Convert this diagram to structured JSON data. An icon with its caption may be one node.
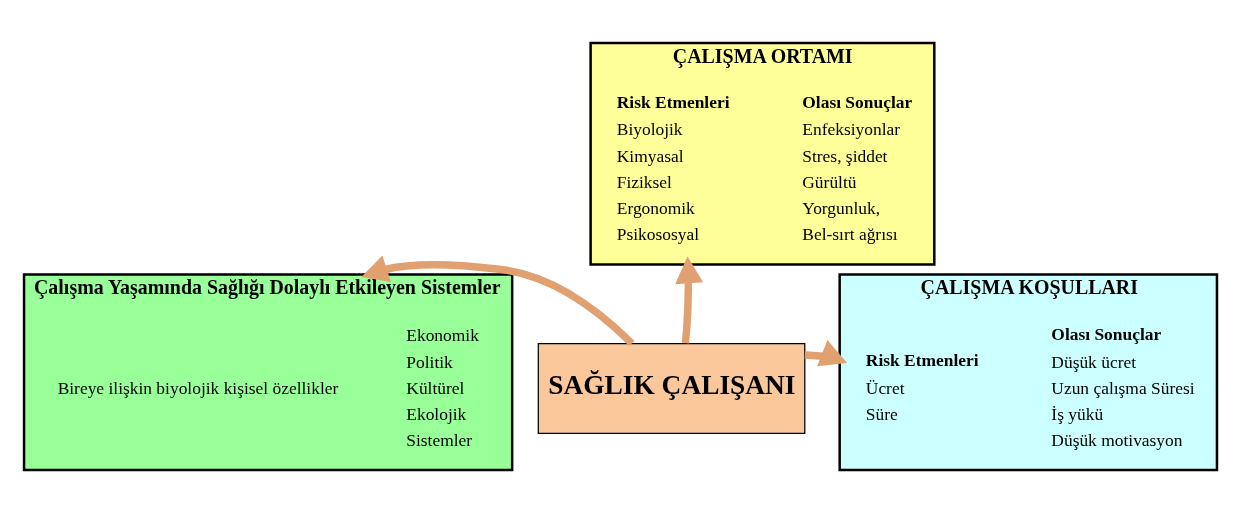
{
  "diagram": {
    "nodes": [
      {
        "text": [
          "ÇALIŞMA ORTAMI"
        ]
      },
      {
        "text": [
          "Risk Etmenleri",
          "Biyolojik",
          "Kimyasal",
          "Fiziksel",
          "Ergonomik",
          "Psikososyal"
        ],
        "in": 0
      },
      {
        "text": [
          "Olası Sonuçlar",
          "Enfeksiyonlar",
          "Stres, şiddet",
          "Gürültü",
          "Yorgunluk,",
          "Bel-sırt ağrısı"
        ],
        "in": 0
      },
      {
        "text": [
          "Çalışma Yaşamında Sağlığı Dolaylı Etkileyen Sistemler"
        ]
      },
      {
        "text": [
          "Bireye ilişkin biyolojik kişisel özellikler"
        ],
        "in": 3
      },
      {
        "text": [
          "Ekonomik",
          "Politik",
          "Kültürel",
          "Ekolojik",
          "Sistemler"
        ],
        "in": 3
      },
      {
        "text": [
          "SAĞLIK ÇALIŞANI"
        ]
      },
      {
        "text": [
          "ÇALIŞMA KOŞULLARI"
        ]
      },
      {
        "text": [
          "Risk Etmenleri",
          "Ücret",
          "Süre"
        ],
        "in": 7
      },
      {
        "text": [
          "Olası Sonuçlar",
          "Düşük ücret",
          "Uzun çalışma Süresi",
          "İş yükü",
          "Düşük motivasyon"
        ],
        "in": 7
      }
    ],
    "edges": [
      {
        "from": 6,
        "to": 0,
        "arrow": "to"
      },
      {
        "from": 6,
        "to": 3,
        "arrow": "to"
      },
      {
        "from": 6,
        "to": 7,
        "arrow": "to"
      }
    ]
  }
}
